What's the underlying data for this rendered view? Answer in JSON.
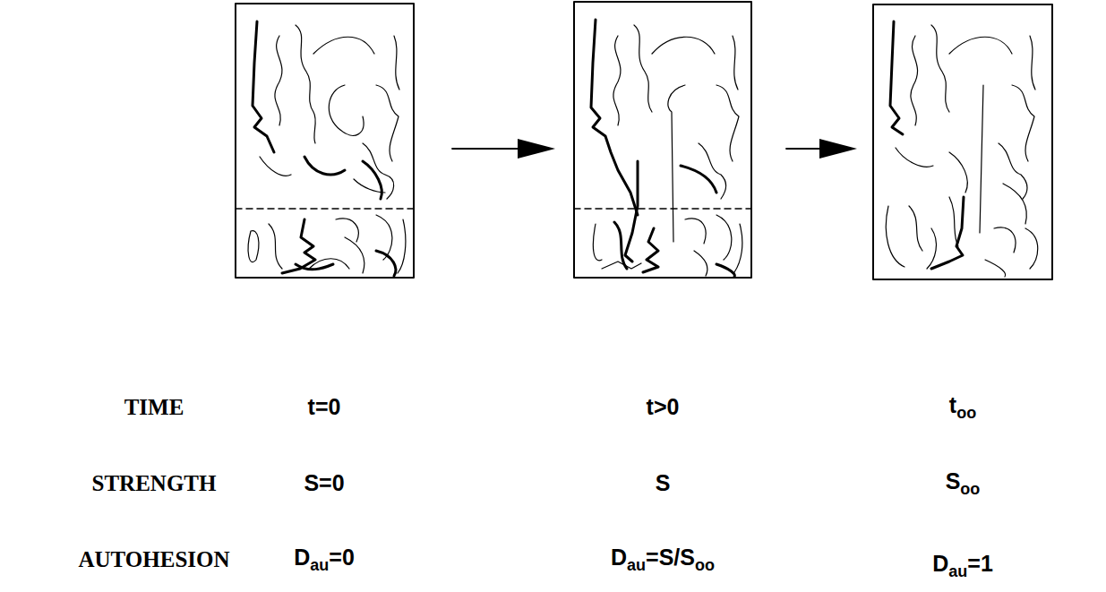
{
  "diagram": {
    "labels": [
      "TIME",
      "STRENGTH",
      "AUTOHESION",
      "t=0",
      "t>0",
      "t",
      "oo",
      "S=0",
      "S",
      "S",
      "oo",
      "D",
      "au",
      "=0",
      "D",
      "au",
      "=S/S",
      "oo",
      "D",
      "au",
      "=1"
    ]
  }
}
